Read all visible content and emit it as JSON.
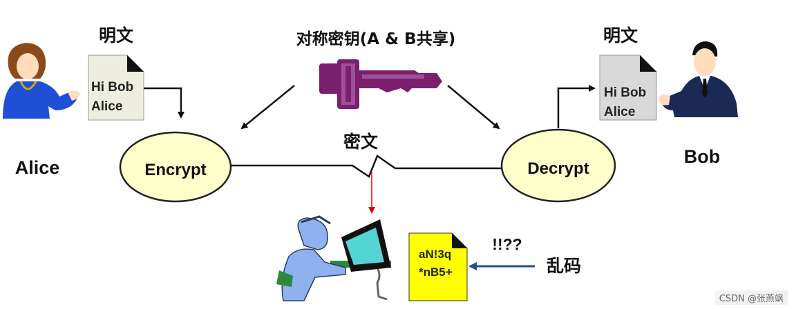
{
  "nodes": {
    "alice": {
      "name": "Alice"
    },
    "bob": {
      "name": "Bob"
    },
    "encrypt": {
      "label": "Encrypt"
    },
    "decrypt": {
      "label": "Decrypt"
    }
  },
  "labels": {
    "plaintext_left": "明文",
    "plaintext_right": "明文",
    "symmetric_key": "对称密钥(A & B共享)",
    "ciphertext": "密文",
    "garbled": "乱码",
    "confused": "!!??"
  },
  "documents": {
    "alice_message": [
      "Hi Bob",
      "Alice"
    ],
    "bob_message": [
      "Hi Bob",
      "Alice"
    ],
    "intercepted": [
      "aN!3q",
      "*nB5+"
    ]
  },
  "colors": {
    "ellipse_fill": "#ffffcc",
    "key": "#7a1f6e",
    "paper_left": "#eeeee0",
    "paper_right": "#d9d9d9",
    "garbled_doc": "#ffff00",
    "alice_clothes": "#1e4fd6",
    "bob_suit": "#1a2a55",
    "eavesdropper": "#8fb2ee",
    "intercept_arrow": "#e00000",
    "garbled_arrow": "#2a4a8a"
  },
  "watermark": "CSDN @张燕飒"
}
